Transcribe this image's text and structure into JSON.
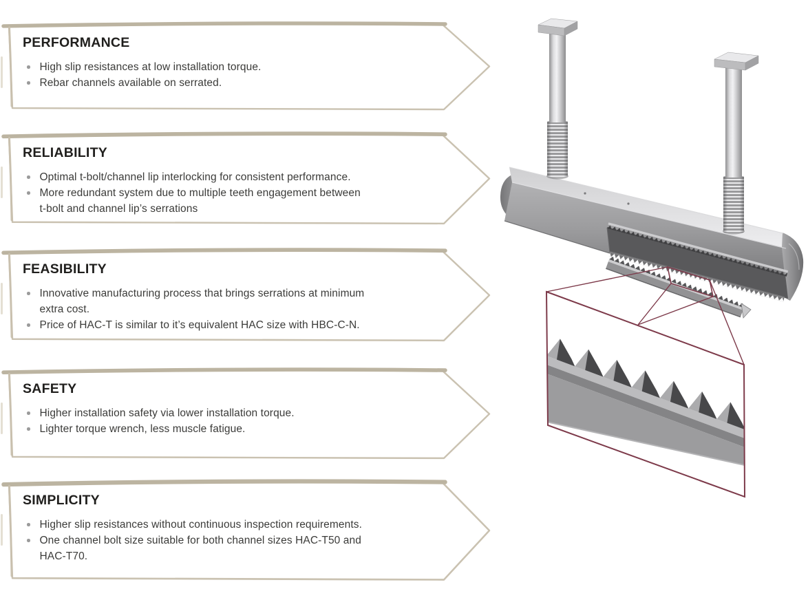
{
  "banners": [
    {
      "title": "PERFORMANCE",
      "bullets": [
        "High slip resistances at low installation torque.",
        "Rebar channels available on serrated."
      ]
    },
    {
      "title": "RELIABILITY",
      "bullets": [
        "Optimal t-bolt/channel lip interlocking for consistent performance.",
        "More redundant system due to multiple teeth engagement between\nt-bolt and channel lip’s serrations"
      ]
    },
    {
      "title": "FEASIBILITY",
      "bullets": [
        "Innovative manufacturing process that brings serrations at minimum\nextra cost.",
        "Price of HAC-T is similar to it’s equivalent HAC size with HBC-C-N."
      ]
    },
    {
      "title": "SAFETY",
      "bullets": [
        "Higher installation safety via lower installation torque.",
        "Lighter torque wrench, less muscle fatigue."
      ]
    },
    {
      "title": "SIMPLICITY",
      "bullets": [
        "Higher slip resistances without continuous inspection requirements.",
        "One channel bolt size suitable for both channel sizes HAC-T50 and\nHAC-T70."
      ]
    }
  ],
  "illustration": {
    "name": "serrated anchor channel with two T-head bolts and magnified serration detail",
    "detail_outline_color": "#7d3a4a"
  },
  "colors": {
    "background": "#ffffff",
    "banner_border": "#cac2b1",
    "banner_border_top": "#bcb4a1",
    "title_text": "#201f1d",
    "body_text": "#3b3b39",
    "bullet_dot": "#9b9b9b",
    "metal_gray": "#9a9a9c",
    "detail_outline": "#7d3a4a"
  }
}
